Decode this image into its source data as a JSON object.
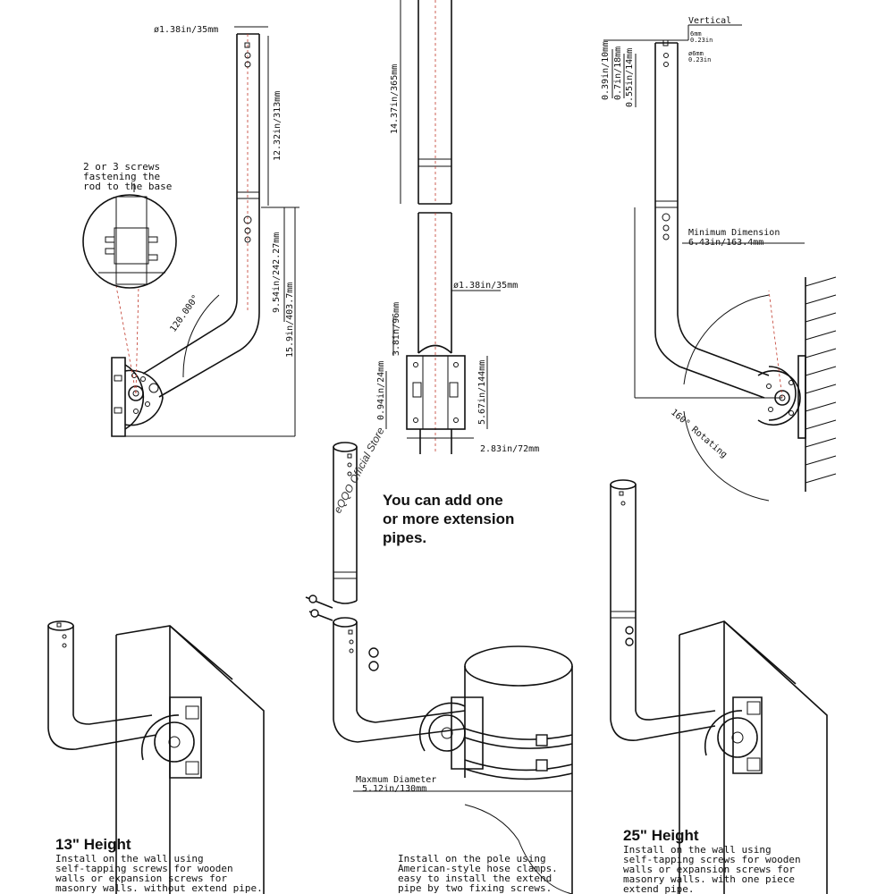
{
  "views": {
    "side": {
      "tube_diameter": "ø1.38in/35mm",
      "upper_length": "12.32in/313mm",
      "lower_length": "9.54in/242.27mm",
      "total_height": "15.9in/403.7mm",
      "angle": "120.000°",
      "note_lines": [
        "2 or 3 screws",
        "fastening the",
        "rod to the base"
      ]
    },
    "front": {
      "extension_length": "14.37in/365mm",
      "tube_diameter": "ø1.38in/35mm",
      "base_to_tube": "3.8in/96mm",
      "small_offset": "0.94in/24mm",
      "plate_height": "5.67in/144mm",
      "plate_width": "2.83in/72mm"
    },
    "top_right": {
      "vertical_label": "Vertical",
      "dim_6mm": "6mm",
      "dim_0_23in": "0.23in",
      "dim_phi6mm": "ø6mm",
      "dim_0_23in_b": "0.23in",
      "dim_a": "0.39in/10mm",
      "dim_b": "0.7in/18mm",
      "dim_c": "0.55in/14mm",
      "min_label": "Minimum Dimension",
      "min_value": "6.43in/163.4mm",
      "rotating": "160° Rotating"
    }
  },
  "watermark": "eQQO Official Store",
  "headline_lines": [
    "You can add one",
    "or more extension",
    "pipes."
  ],
  "panels": {
    "left": {
      "height_label": "13\" Height",
      "caption_lines": [
        "Install on the wall using",
        "self-tapping screws for wooden",
        "walls or expansion screws for",
        "masonry walls. without extend pipe."
      ]
    },
    "middle": {
      "max_label": "Maxmum Diameter",
      "max_value": "5.12in/130mm",
      "caption_lines": [
        "Install on the pole using",
        "American-style hose clamps.",
        "easy to install the extend",
        "pipe by two fixing screws."
      ]
    },
    "right": {
      "height_label": "25\" Height",
      "caption_lines": [
        "Install on the wall using",
        "self-tapping screws for wooden",
        "walls or expansion screws for",
        "masonry walls. with one piece",
        "extend pipe."
      ]
    }
  }
}
